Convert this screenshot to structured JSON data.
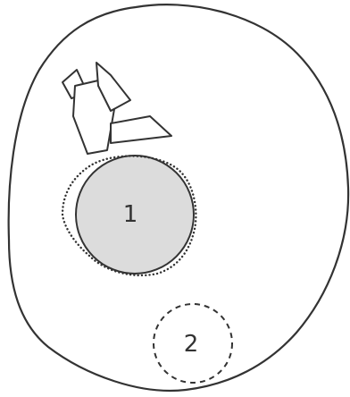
{
  "diagram": {
    "regions": [
      {
        "label": "1",
        "fill": "#dcdcdc",
        "outline": "solid",
        "overlay_outline": "dotted"
      },
      {
        "label": "2",
        "fill": "none",
        "outline": "dashed"
      }
    ],
    "fragments_count": 4,
    "colors": {
      "stroke": "#333333",
      "region_fill": "#dcdcdc",
      "fragment_fill": "#ffffff",
      "background": "#ffffff"
    }
  }
}
